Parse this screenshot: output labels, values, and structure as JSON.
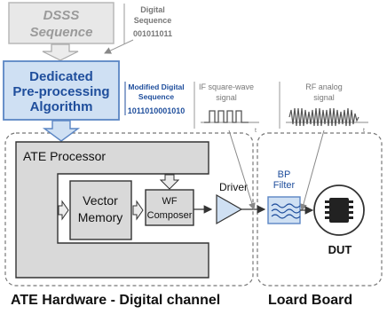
{
  "dsss": {
    "line1": "DSSS",
    "line2": "Sequence"
  },
  "digital_seq": {
    "line1": "Digital",
    "line2": "Sequence",
    "bits": "001011011"
  },
  "algorithm": {
    "line1": "Dedicated",
    "line2": "Pre-processing",
    "line3": "Algorithm"
  },
  "modified_seq": {
    "line1": "Modified Digital",
    "line2": "Sequence",
    "bits": "1011010001010"
  },
  "if_signal": {
    "line1": "IF square-wave",
    "line2": "signal",
    "axis": "t"
  },
  "rf_signal": {
    "line1": "RF analog",
    "line2": "signal",
    "axis": "t"
  },
  "ate_processor": "ATE Processor",
  "vector_memory": {
    "line1": "Vector",
    "line2": "Memory"
  },
  "wf_composer": {
    "line1": "WF",
    "line2": "Composer"
  },
  "driver": "Driver",
  "bp_filter": {
    "line1": "BP",
    "line2": "Filter"
  },
  "dut": "DUT",
  "footer": {
    "left": "ATE Hardware - Digital channel",
    "right": "Loard Board"
  },
  "colors": {
    "blue_box": "#cfe0f3",
    "blue_border": "#5b86c4",
    "blue_text": "#1f4e9c",
    "gray_box": "#d9d9d9",
    "gray_arrow": "#e3e3e3"
  }
}
